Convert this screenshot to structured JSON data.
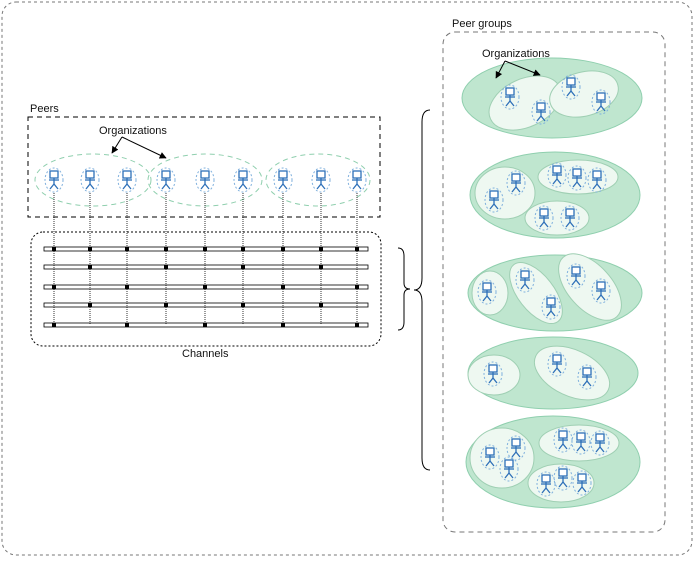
{
  "labels": {
    "peers": "Peers",
    "organizations_left": "Organizations",
    "channels": "Channels",
    "peer_groups": "Peer groups",
    "organizations_right": "Organizations"
  },
  "colors": {
    "peer_fill": "#e8f7ee",
    "peer_stroke": "#2d6fb8",
    "group_fill": "#bfe6cf",
    "group_stroke": "#7fbf98",
    "org_fill": "#eef8f1",
    "org_stroke": "#8fbfa3",
    "line": "#000000"
  },
  "icon": "peer-person-icon"
}
